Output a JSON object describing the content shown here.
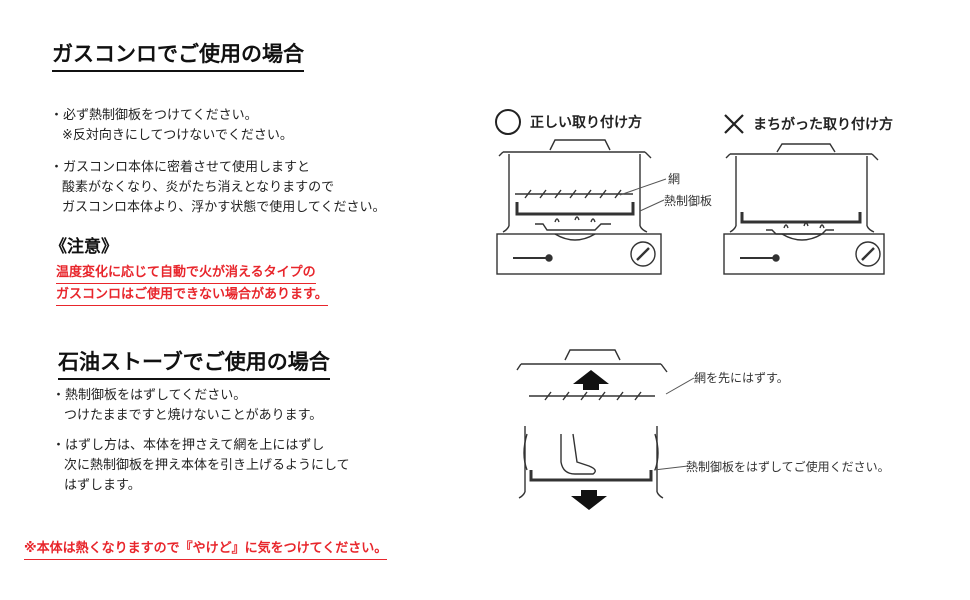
{
  "gas_section": {
    "title": "ガスコンロでご使用の場合",
    "bullet1_line1": "・必ず熱制御板をつけてください。",
    "bullet1_line2": "※反対向きにしてつけないでください。",
    "bullet2_line1": "・ガスコンロ本体に密着させて使用しますと",
    "bullet2_line2": "酸素がなくなり、炎がたち消えとなりますので",
    "bullet2_line3": "ガスコンロ本体より、浮かす状態で使用してください。",
    "caution_heading": "《注意》",
    "caution_line1": "温度変化に応じて自動で火が消えるタイプの",
    "caution_line2": "ガスコンロはご使用できない場合があります。"
  },
  "diagrams_gas": {
    "correct_label": "正しい取り付け方",
    "wrong_label": "まちがった取り付け方",
    "net_label": "網",
    "plate_label": "熱制御板"
  },
  "stove_section": {
    "title": "石油ストーブでご使用の場合",
    "bullet1_line1": "・熱制御板をはずしてください。",
    "bullet1_line2": "つけたままですと焼けないことがあります。",
    "bullet2_line1": "・はずし方は、本体を押さえて網を上にはずし",
    "bullet2_line2": "次に熱制御板を押え本体を引き上げるようにして",
    "bullet2_line3": "はずします。"
  },
  "diagrams_stove": {
    "net_first_label": "網を先にはずす。",
    "remove_plate_label": "熱制御板をはずしてご使用ください。"
  },
  "footer_warning": "※本体は熱くなりますので『やけど』に気をつけてください。",
  "colors": {
    "warning_red": "#e8262c",
    "text": "#222222",
    "line": "#333333"
  },
  "icons": [
    "correct-circle-icon",
    "wrong-x-icon",
    "up-arrow-icon",
    "down-arrow-icon"
  ]
}
